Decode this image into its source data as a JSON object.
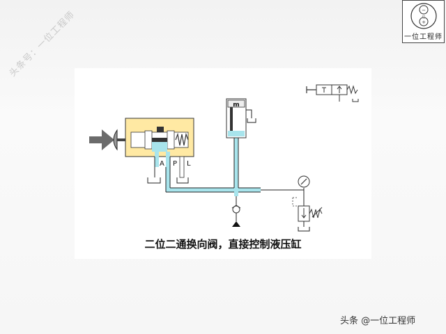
{
  "watermark": {
    "text": "头条号：一位工程师"
  },
  "logo": {
    "label": "一位工程师",
    "top_mark": "−",
    "middle_mark": "位",
    "bottom_mark": "+"
  },
  "diagram": {
    "caption": "二位二通换向阀，直接控制液压缸",
    "port_labels": {
      "a": "A",
      "p": "P",
      "l": "L"
    },
    "cylinder_label": "m",
    "fluid_color": "#a8e4ec",
    "line_color": "#222222",
    "arrow_color": "#6b6b6b"
  },
  "footer": {
    "credit": "头条 @一位工程师"
  }
}
